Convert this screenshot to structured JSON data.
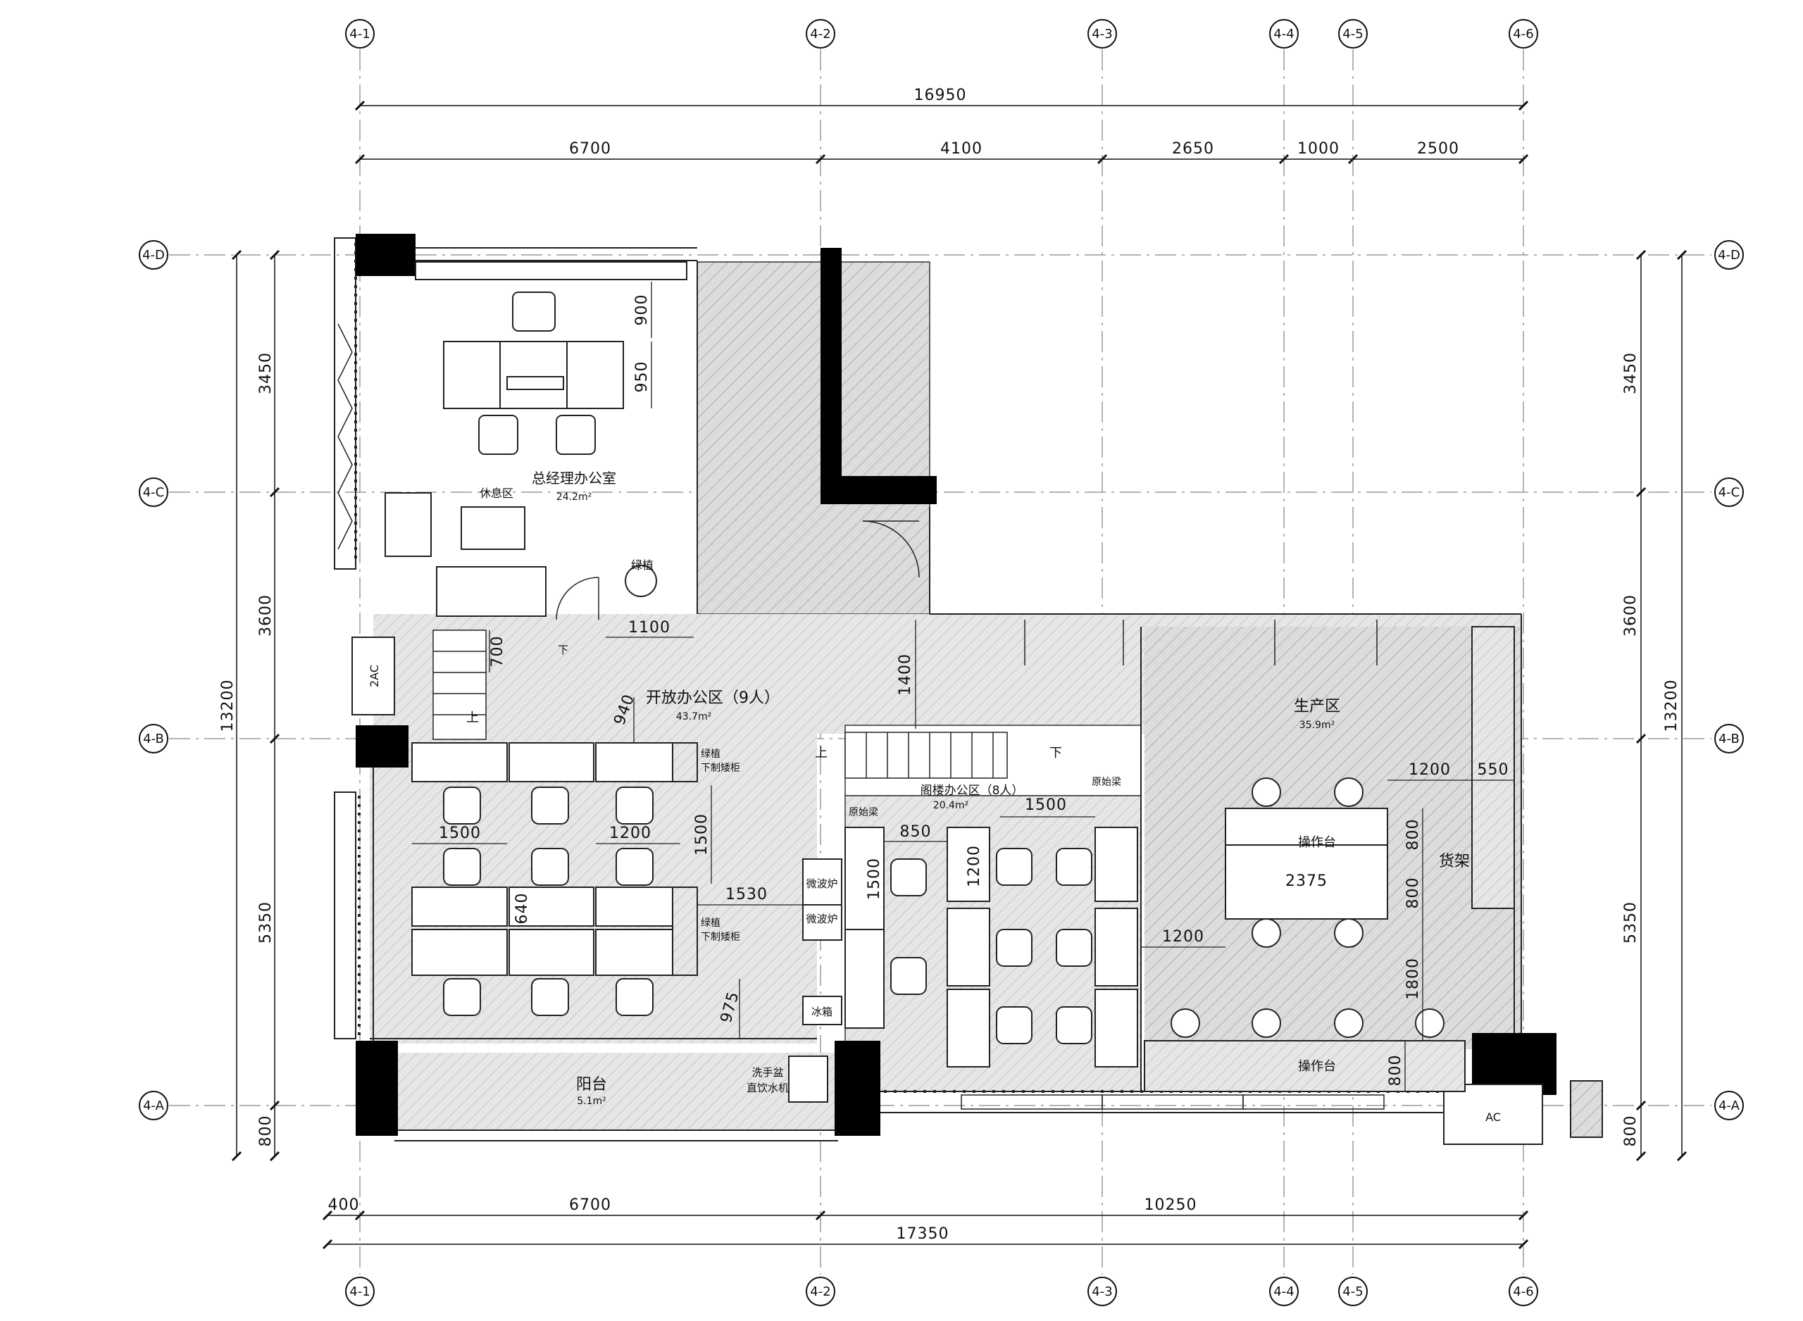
{
  "grid_x": [
    {
      "id": "x1",
      "label": "4-1"
    },
    {
      "id": "x2",
      "label": "4-2"
    },
    {
      "id": "x3",
      "label": "4-3"
    },
    {
      "id": "x4",
      "label": "4-4"
    },
    {
      "id": "x5",
      "label": "4-5"
    },
    {
      "id": "x6",
      "label": "4-6"
    }
  ],
  "grid_y": [
    {
      "id": "yD",
      "label": "4-D"
    },
    {
      "id": "yC",
      "label": "4-C"
    },
    {
      "id": "yB",
      "label": "4-B"
    },
    {
      "id": "yA",
      "label": "4-A"
    }
  ],
  "dims_top": {
    "overall": "16950",
    "segments": [
      "6700",
      "4100",
      "2650",
      "1000",
      "2500"
    ]
  },
  "dims_bottom": {
    "segments": [
      "400",
      "6700",
      "10250"
    ],
    "overall": "17350"
  },
  "dims_left": {
    "segments": [
      "3450",
      "3600",
      "5350",
      "800"
    ],
    "overall": "13200"
  },
  "dims_right": {
    "segments": [
      "3450",
      "3600",
      "5350",
      "800"
    ],
    "overall": "13200"
  },
  "rooms": {
    "gm_office": {
      "name": "总经理办公室",
      "area": "24.2m²"
    },
    "lounge": {
      "name": "休息区"
    },
    "plant_gm": {
      "name": "绿植"
    },
    "open_office": {
      "name": "开放办公区（9人）",
      "area": "43.7m²"
    },
    "loft_office": {
      "name": "阁楼办公区（8人）",
      "area": "20.4m²"
    },
    "production": {
      "name": "生产区",
      "area": "35.9m²"
    },
    "balcony": {
      "name": "阳台",
      "area": "5.1m²"
    },
    "workbench_1": {
      "name": "操作台"
    },
    "workbench_2": {
      "name": "操作台"
    },
    "shelf": {
      "name": "货架"
    },
    "microwave_1": {
      "name": "微波炉"
    },
    "microwave_2": {
      "name": "微波炉"
    },
    "fridge": {
      "name": "冰箱"
    },
    "sink_water": {
      "line1": "洗手盆",
      "line2": "直饮水机"
    },
    "plant_cab_1": {
      "line1": "绿植",
      "line2": "下制矮柜"
    },
    "plant_cab_2": {
      "line1": "绿植",
      "line2": "下制矮柜"
    },
    "beam_1": {
      "name": "原始梁"
    },
    "beam_2": {
      "name": "原始梁"
    },
    "stair_up_1": "上",
    "stair_down_1": "下",
    "stair_up_2": "上",
    "stair_down_2": "下",
    "ac_1": "2AC",
    "ac_2": "AC"
  },
  "inner_dims": {
    "d900": "900",
    "d950": "950",
    "d700": "700",
    "d1100": "1100",
    "d1400": "1400",
    "d940": "940",
    "d1500a": "1500",
    "d1200a": "1200",
    "d1500b": "1500",
    "d640": "640",
    "d1530": "1530",
    "d975": "975",
    "d850": "850",
    "d1500c": "1500",
    "d1200b": "1200",
    "d1500d": "1500",
    "d1200c": "1200",
    "d1200d": "1200",
    "d550": "550",
    "d800a": "800",
    "d800b": "800",
    "d2375": "2375",
    "d1800": "1800",
    "d800c": "800"
  }
}
